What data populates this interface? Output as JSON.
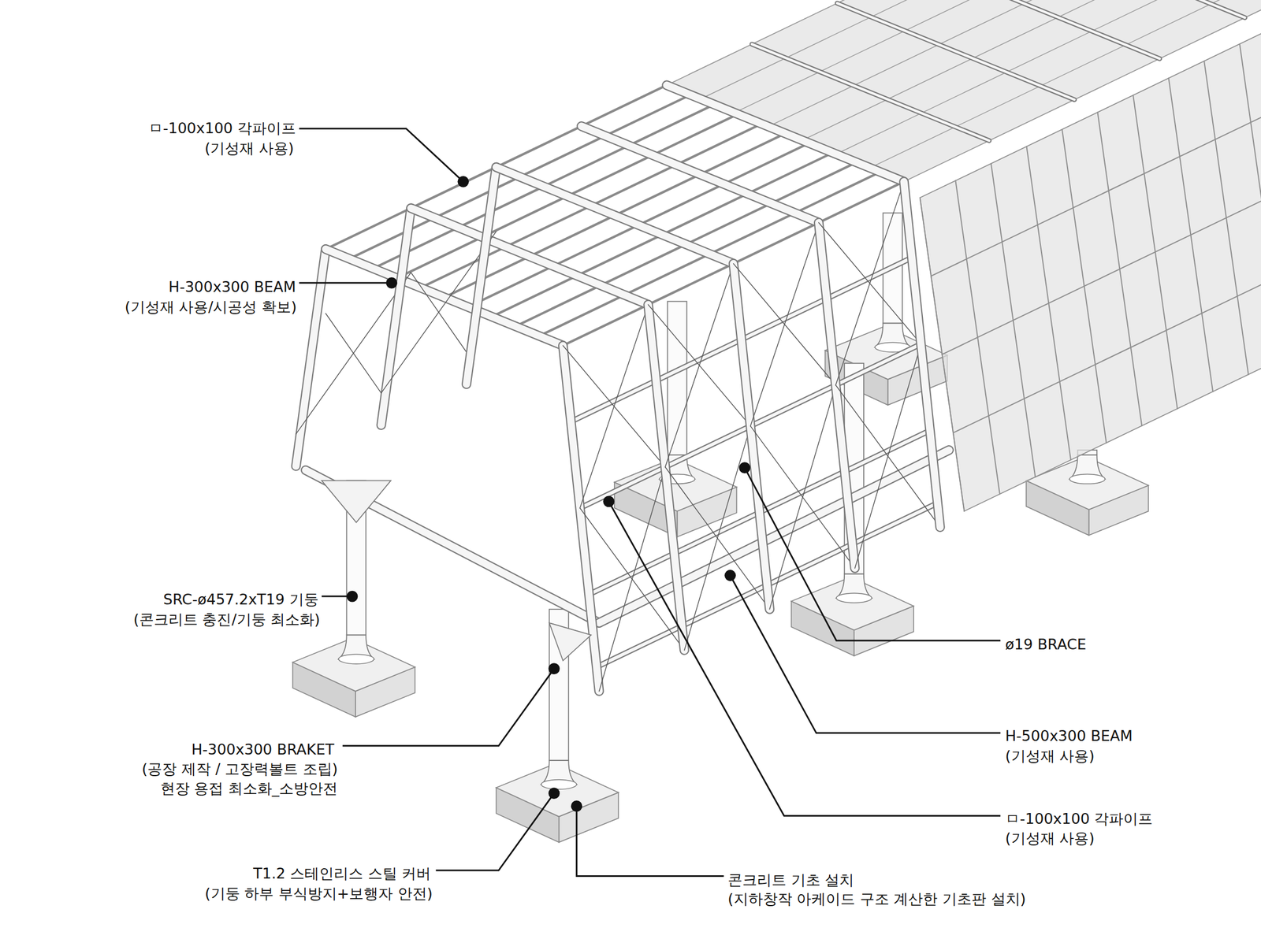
{
  "diagram": {
    "labels": [
      "ㅁ-100x100 각파이프",
      "(기성재 사용)",
      "H-300x300 BEAM",
      "(기성재 사용/시공성 확보)",
      "SRC-ø457.2xT19 기둥",
      "(콘크리트 충진/기둥 최소화)",
      "H-300x300 BRAKET",
      "(공장 제작 / 고장력볼트 조립)",
      "현장 용접 최소화_소방안전",
      "T1.2 스테인리스 스틸 커버",
      "(기둥 하부 부식방지+보행자 안전)",
      "ø19 BRACE",
      "H-500x300 BEAM",
      "(기성재 사용)",
      "ㅁ-100x100 각파이프",
      "(기성재 사용)",
      "콘크리트 기초 설치",
      "(지하창작 아케이드 구조 계산한 기초판 설치)"
    ]
  }
}
